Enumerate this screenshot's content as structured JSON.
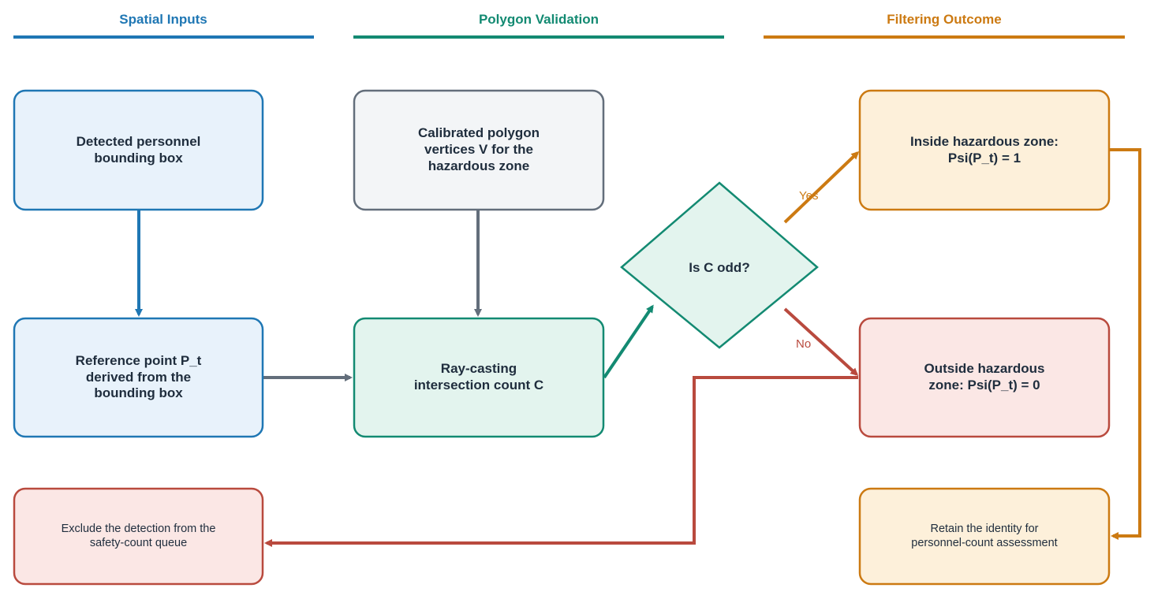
{
  "colors": {
    "blue": "#1f77b4",
    "blue_fill": "#e8f2fb",
    "green": "#138a72",
    "green_fill": "#e3f4ee",
    "gray": "#636e7b",
    "gray_fill": "#f3f5f7",
    "orange": "#cc7a12",
    "orange_fill": "#fdf0da",
    "red": "#b94a3e",
    "red_fill": "#fbe7e5"
  },
  "lanes": {
    "spatial_inputs": "Spatial Inputs",
    "polygon_validation": "Polygon Validation",
    "filtering_outcome": "Filtering Outcome"
  },
  "nodes": {
    "bbox": "Detected personnel\nbounding box",
    "polygon": "Calibrated polygon\nvertices V for the\nhazardous zone",
    "ref_point": "Reference point P_t\nderived from the\nbounding box",
    "ray_cast": "Ray-casting\nintersection count C",
    "decision": "Is C odd?",
    "inside": "Inside hazardous zone:\nPsi(P_t) = 1",
    "outside": "Outside hazardous\nzone: Psi(P_t) = 0",
    "exclude": "Exclude the detection from the\nsafety-count queue",
    "retain": "Retain the identity for\npersonnel-count assessment"
  },
  "edge_labels": {
    "yes": "Yes",
    "no": "No"
  }
}
